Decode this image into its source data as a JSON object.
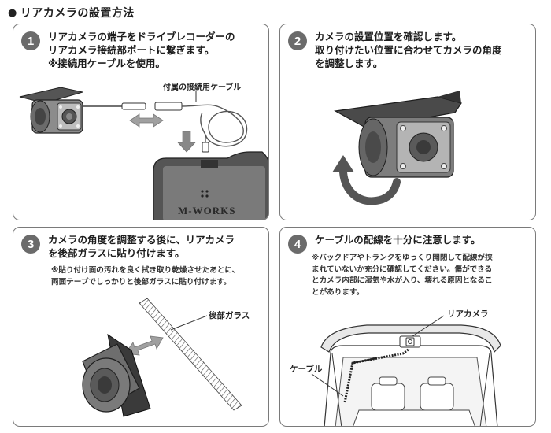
{
  "title": {
    "bullet": "●",
    "text": "リアカメラの設置方法"
  },
  "steps": [
    {
      "number": "1",
      "heading": "リアカメラの端子をドライブレコーダーの\nリアカメラ接続部ポートに繋ぎます。\n※接続用ケーブルを使用。",
      "cable_label": "付属の接続用ケーブル",
      "device_brand": "M-WORKS"
    },
    {
      "number": "2",
      "heading": "カメラの設置位置を確認します。\n取り付けたい位置に合わせてカメラの角度\nを調整します。"
    },
    {
      "number": "3",
      "heading": "カメラの角度を調整する後に、リアカメラ\nを後部ガラスに貼り付けます。",
      "note": "※貼り付け面の汚れを良く拭き取り乾燥させたあとに、\n両面テープでしっかりと後部ガラスに貼り付けます。",
      "glass_label": "後部ガラス"
    },
    {
      "number": "4",
      "heading": "ケーブルの配線を十分に注意します。",
      "note": "※バックドアやトランクをゆっくり開閉して配線が挟\nまれていないか充分に確認してください。傷ができる\nとカメラ内部に湿気や水が入り、壊れる原因となるこ\nとがあります。",
      "camera_label": "リアカメラ",
      "cable_label": "ケーブル"
    }
  ]
}
